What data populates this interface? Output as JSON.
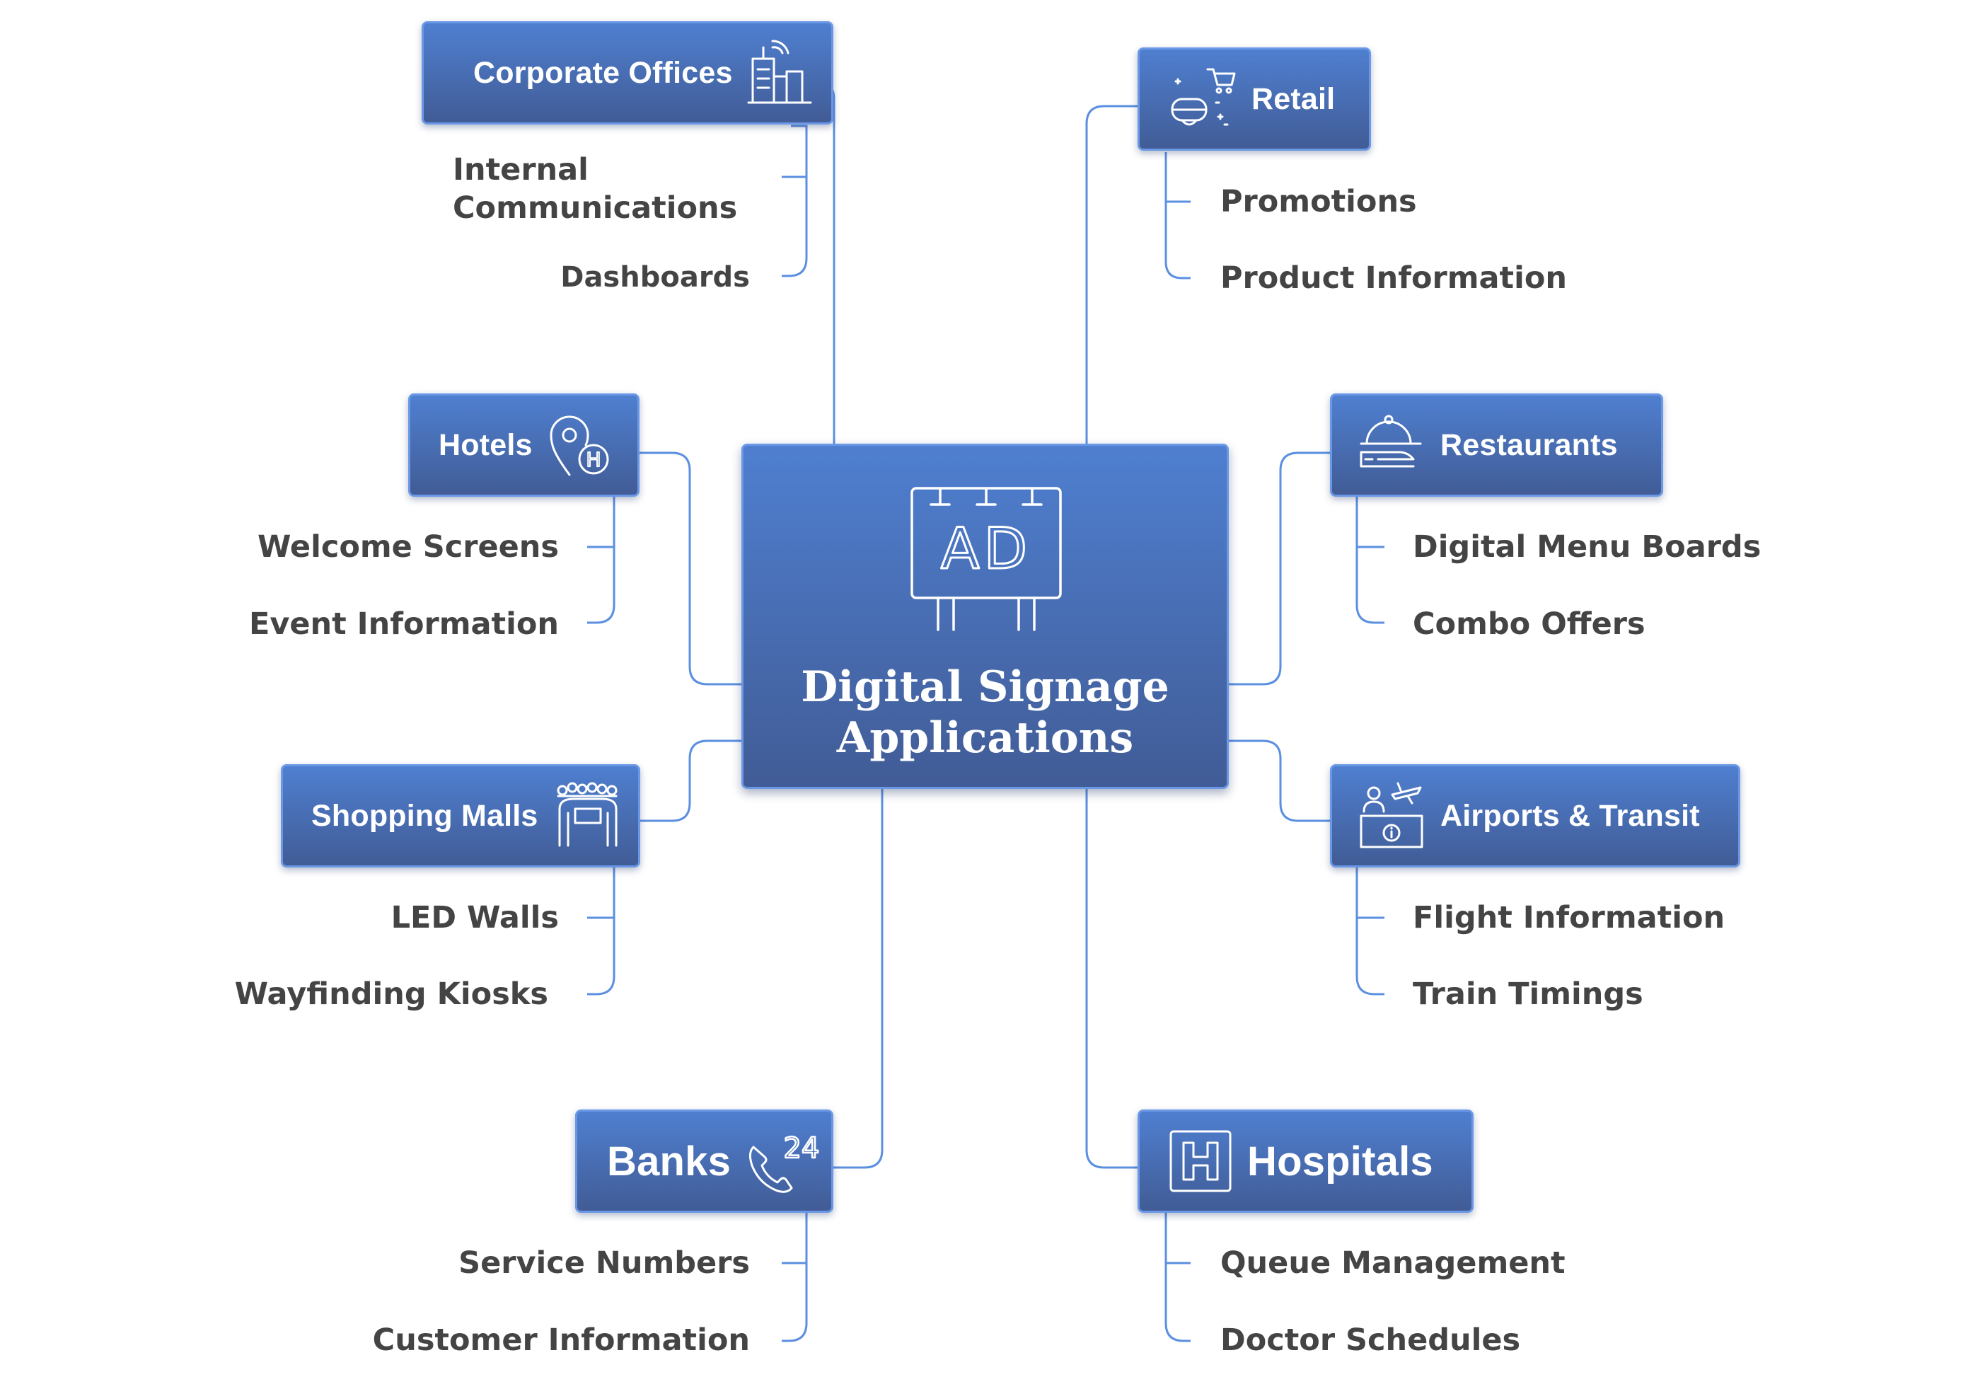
{
  "center": {
    "title_line1": "Digital Signage",
    "title_line2": "Applications",
    "icon": "ad-billboard-icon",
    "icon_text": "AD"
  },
  "categories": [
    {
      "id": "corporate-offices",
      "label": "Corporate Offices",
      "icon": "office-building-icon",
      "items": [
        "Internal Communications",
        "Dashboards"
      ]
    },
    {
      "id": "retail",
      "label": "Retail",
      "icon": "shopping-cart-icon",
      "items": [
        "Promotions",
        "Product Information"
      ]
    },
    {
      "id": "hotels",
      "label": "Hotels",
      "icon": "hotel-location-pin-icon",
      "icon_text": "H",
      "items": [
        "Welcome Screens",
        "Event Information"
      ]
    },
    {
      "id": "restaurants",
      "label": "Restaurants",
      "icon": "serving-cloche-icon",
      "items": [
        "Digital Menu Boards",
        "Combo Offers"
      ]
    },
    {
      "id": "shopping-malls",
      "label": "Shopping Malls",
      "icon": "crowd-gate-icon",
      "items": [
        "LED Walls",
        "Wayfinding Kiosks"
      ]
    },
    {
      "id": "airports-transit",
      "label": "Airports & Transit",
      "icon": "airport-info-desk-icon",
      "items": [
        "Flight Information",
        "Train Timings"
      ]
    },
    {
      "id": "banks",
      "label": "Banks",
      "icon": "phone-24-icon",
      "icon_text": "24",
      "items": [
        "Service Numbers",
        "Customer Information"
      ]
    },
    {
      "id": "hospitals",
      "label": "Hospitals",
      "icon": "hospital-sign-icon",
      "items": [
        "Queue Management",
        "Doctor Schedules"
      ]
    }
  ],
  "colors": {
    "node_top": "#4f7fd0",
    "node_bottom": "#415c96",
    "node_border": "#6a98e6",
    "connector": "#5b8fe0",
    "leaf_text": "#444444",
    "node_text": "#ffffff"
  }
}
